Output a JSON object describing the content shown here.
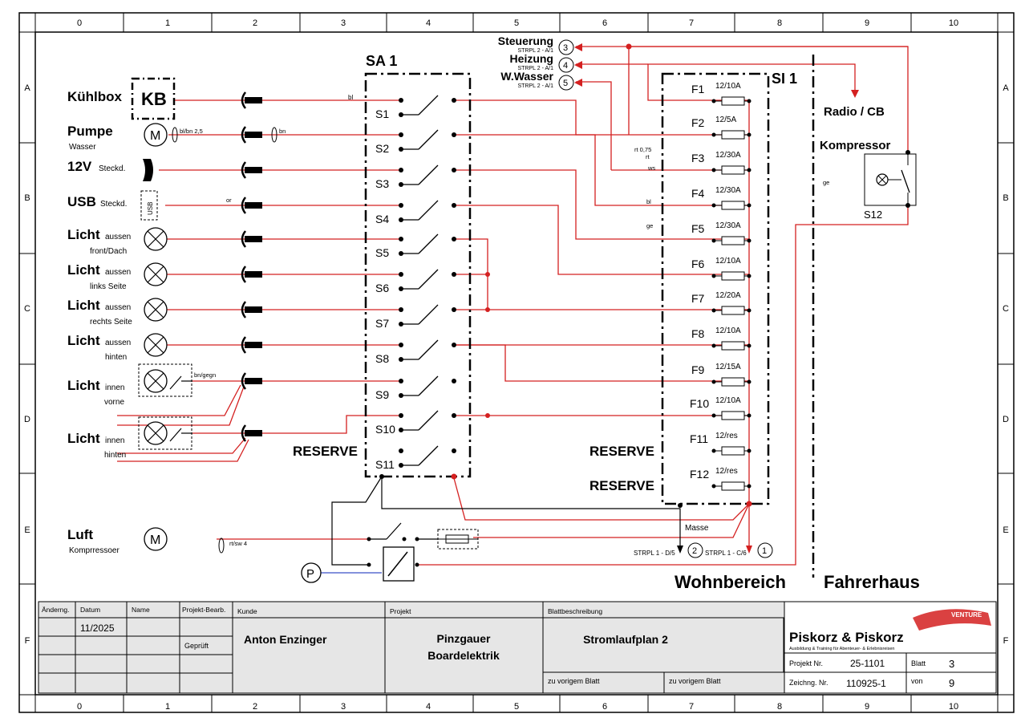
{
  "frame": {
    "columns": [
      "0",
      "1",
      "2",
      "3",
      "4",
      "5",
      "6",
      "7",
      "8",
      "9",
      "10"
    ],
    "rows": [
      "A",
      "B",
      "C",
      "D",
      "E",
      "F"
    ]
  },
  "devices": {
    "kuehlbox": {
      "title": "Kühlbox",
      "symbol": "KB"
    },
    "pumpe": {
      "title": "Pumpe",
      "sub": "Wasser",
      "motor": "M",
      "wire": "bl/bn 2,5",
      "wire2": "bn"
    },
    "steckdose12v": {
      "title": "12V",
      "sub": "Steckd."
    },
    "usb": {
      "title": "USB",
      "sub": "Steckd.",
      "symbol": "USB",
      "wire": "or"
    },
    "licht_front": {
      "title": "Licht",
      "sub1": "aussen",
      "sub2": "front/Dach"
    },
    "licht_links": {
      "title": "Licht",
      "sub1": "aussen",
      "sub2": "links Seite"
    },
    "licht_rechts": {
      "title": "Licht",
      "sub1": "aussen",
      "sub2": "rechts Seite"
    },
    "licht_hinten": {
      "title": "Licht",
      "sub1": "aussen",
      "sub2": "hinten"
    },
    "licht_innen_vorne": {
      "title": "Licht",
      "sub1": "innen",
      "sub2": "vorne",
      "wire": "bn/gegn"
    },
    "licht_innen_hinten": {
      "title": "Licht",
      "sub1": "innen",
      "sub2": "hinten"
    },
    "luft": {
      "title": "Luft",
      "sub": "Komprressoer",
      "motor": "M",
      "wire": "rt/sw 4"
    },
    "pressure": {
      "symbol": "P"
    }
  },
  "switch_panel": {
    "title": "SA 1",
    "switches": [
      "S1",
      "S2",
      "S3",
      "S4",
      "S5",
      "S6",
      "S7",
      "S8",
      "S9",
      "S10",
      "S11"
    ],
    "reserve": "RESERVE",
    "wire_bl": "bl"
  },
  "fuse_panel": {
    "title": "SI 1",
    "fuses": [
      {
        "name": "F1",
        "rating": "12/10A"
      },
      {
        "name": "F2",
        "rating": "12/5A"
      },
      {
        "name": "F3",
        "rating": "12/30A"
      },
      {
        "name": "F4",
        "rating": "12/30A"
      },
      {
        "name": "F5",
        "rating": "12/30A"
      },
      {
        "name": "F6",
        "rating": "12/10A"
      },
      {
        "name": "F7",
        "rating": "12/20A"
      },
      {
        "name": "F8",
        "rating": "12/10A"
      },
      {
        "name": "F9",
        "rating": "12/15A"
      },
      {
        "name": "F10",
        "rating": "12/10A"
      },
      {
        "name": "F11",
        "rating": "12/res"
      },
      {
        "name": "F12",
        "rating": "12/res"
      }
    ],
    "reserve1": "RESERVE",
    "reserve2": "RESERVE",
    "wire_labels": {
      "rt": "rt 0,75",
      "rt2": "rt",
      "ws": "ws",
      "bl": "bl",
      "ge": "ge"
    }
  },
  "outputs": [
    {
      "label": "Steuerung",
      "ref": "STRPL 2 - A/1",
      "num": "3"
    },
    {
      "label": "Heizung",
      "ref": "STRPL 2 - A/1",
      "num": "4"
    },
    {
      "label": "W.Wasser",
      "ref": "STRPL 2 - A/1",
      "num": "5"
    }
  ],
  "right_side": {
    "radio": "Radio / CB",
    "kompressor": "Kompressor",
    "switch": "S12",
    "wire_ge": "ge"
  },
  "bottom_connectors": {
    "masse": "Masse",
    "c2_ref": "STRPL 1 - D/5",
    "c2_num": "2",
    "c1_ref": "STRPL 1 - C/6",
    "c1_num": "1"
  },
  "zones": {
    "left": "Wohnbereich",
    "right": "Fahrerhaus"
  },
  "title_block": {
    "h_aenderung": "Änderng.",
    "h_datum": "Datum",
    "h_name": "Name",
    "h_projekt_bearb": "Projekt-Bearb.",
    "h_kunde": "Kunde",
    "h_projekt": "Projekt",
    "h_blatt": "Blattbeschreibung",
    "datum": "11/2025",
    "geprueft": "Geprüft",
    "kunde": "Anton Enzinger",
    "projekt1": "Pinzgauer",
    "projekt2": "Boardelektrik",
    "blatt_desc": "Stromlaufplan 2",
    "zu_vorigem1": "zu vorigem Blatt",
    "zu_vorigem2": "zu vorigem Blatt",
    "company": "Piskorz & Piskorz",
    "company_sub": "Ausbildung & Training für Abenteuer- & Erlebnisreisen",
    "logo_text": "VENTURE",
    "projekt_nr_label": "Projekt Nr.",
    "projekt_nr": "25-1101",
    "blatt_label": "Blatt",
    "blatt": "3",
    "zeichng_label": "Zeichng. Nr.",
    "zeichng": "110925-1",
    "von_label": "von",
    "von": "9"
  },
  "colors": {
    "wire": "#d42020",
    "line": "#000000",
    "blue": "#3a4fc8"
  }
}
